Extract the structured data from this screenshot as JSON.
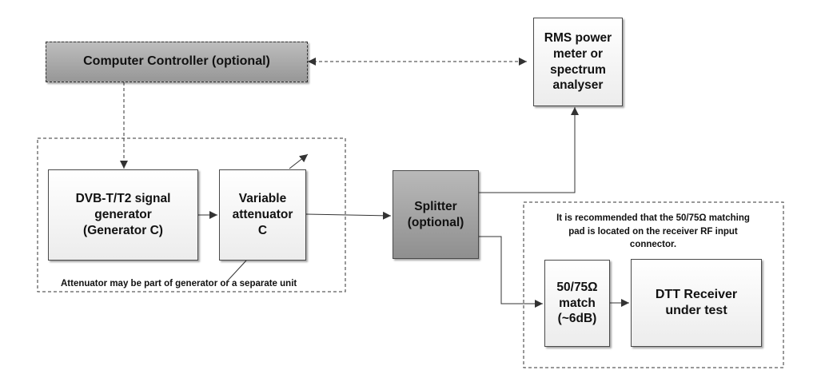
{
  "boxes": {
    "computer_controller": "Computer Controller (optional)",
    "rms_meter": "RMS power\nmeter or\nspectrum\nanalyser",
    "signal_generator": "DVB-T/T2 signal\ngenerator\n(Generator C)",
    "attenuator": "Variable\nattenuator\nC",
    "splitter": "Splitter\n(optional)",
    "matching_pad": "50/75Ω\nmatch\n(~6dB)",
    "dtt_receiver": "DTT Receiver\nunder test"
  },
  "notes": {
    "attenuator_note": "Attenuator may be part of generator or a separate unit",
    "matching_note": "It is recommended that the 50/75Ω matching\npad is located on the receiver RF input\nconnector."
  }
}
